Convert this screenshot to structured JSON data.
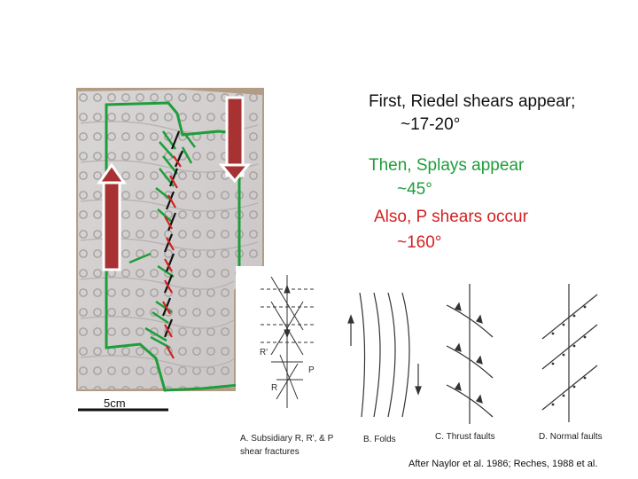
{
  "text_block": {
    "line1": "First, Riedel shears appear;",
    "line2": "~17-20°",
    "line3": "Then, Splays appear",
    "line4": "~45°",
    "line5": "Also, P shears occur",
    "line6": "~160°"
  },
  "scale": {
    "label": "5cm"
  },
  "panels": {
    "a": {
      "caption_line1": "A. Subsidiary R, R', & P",
      "caption_line2": "shear fractures",
      "labels": {
        "r_prime": "R'",
        "p": "P",
        "r": "R"
      }
    },
    "b": {
      "caption": "B. Folds"
    },
    "c": {
      "caption": "C. Thrust faults"
    },
    "d": {
      "caption": "D. Normal faults"
    }
  },
  "credit": "After Naylor et al. 1986; Reches, 1988 et al.",
  "colors": {
    "green": "#1e9e3a",
    "red": "#d42020",
    "dark_red": "#a83232",
    "black": "#111111"
  }
}
